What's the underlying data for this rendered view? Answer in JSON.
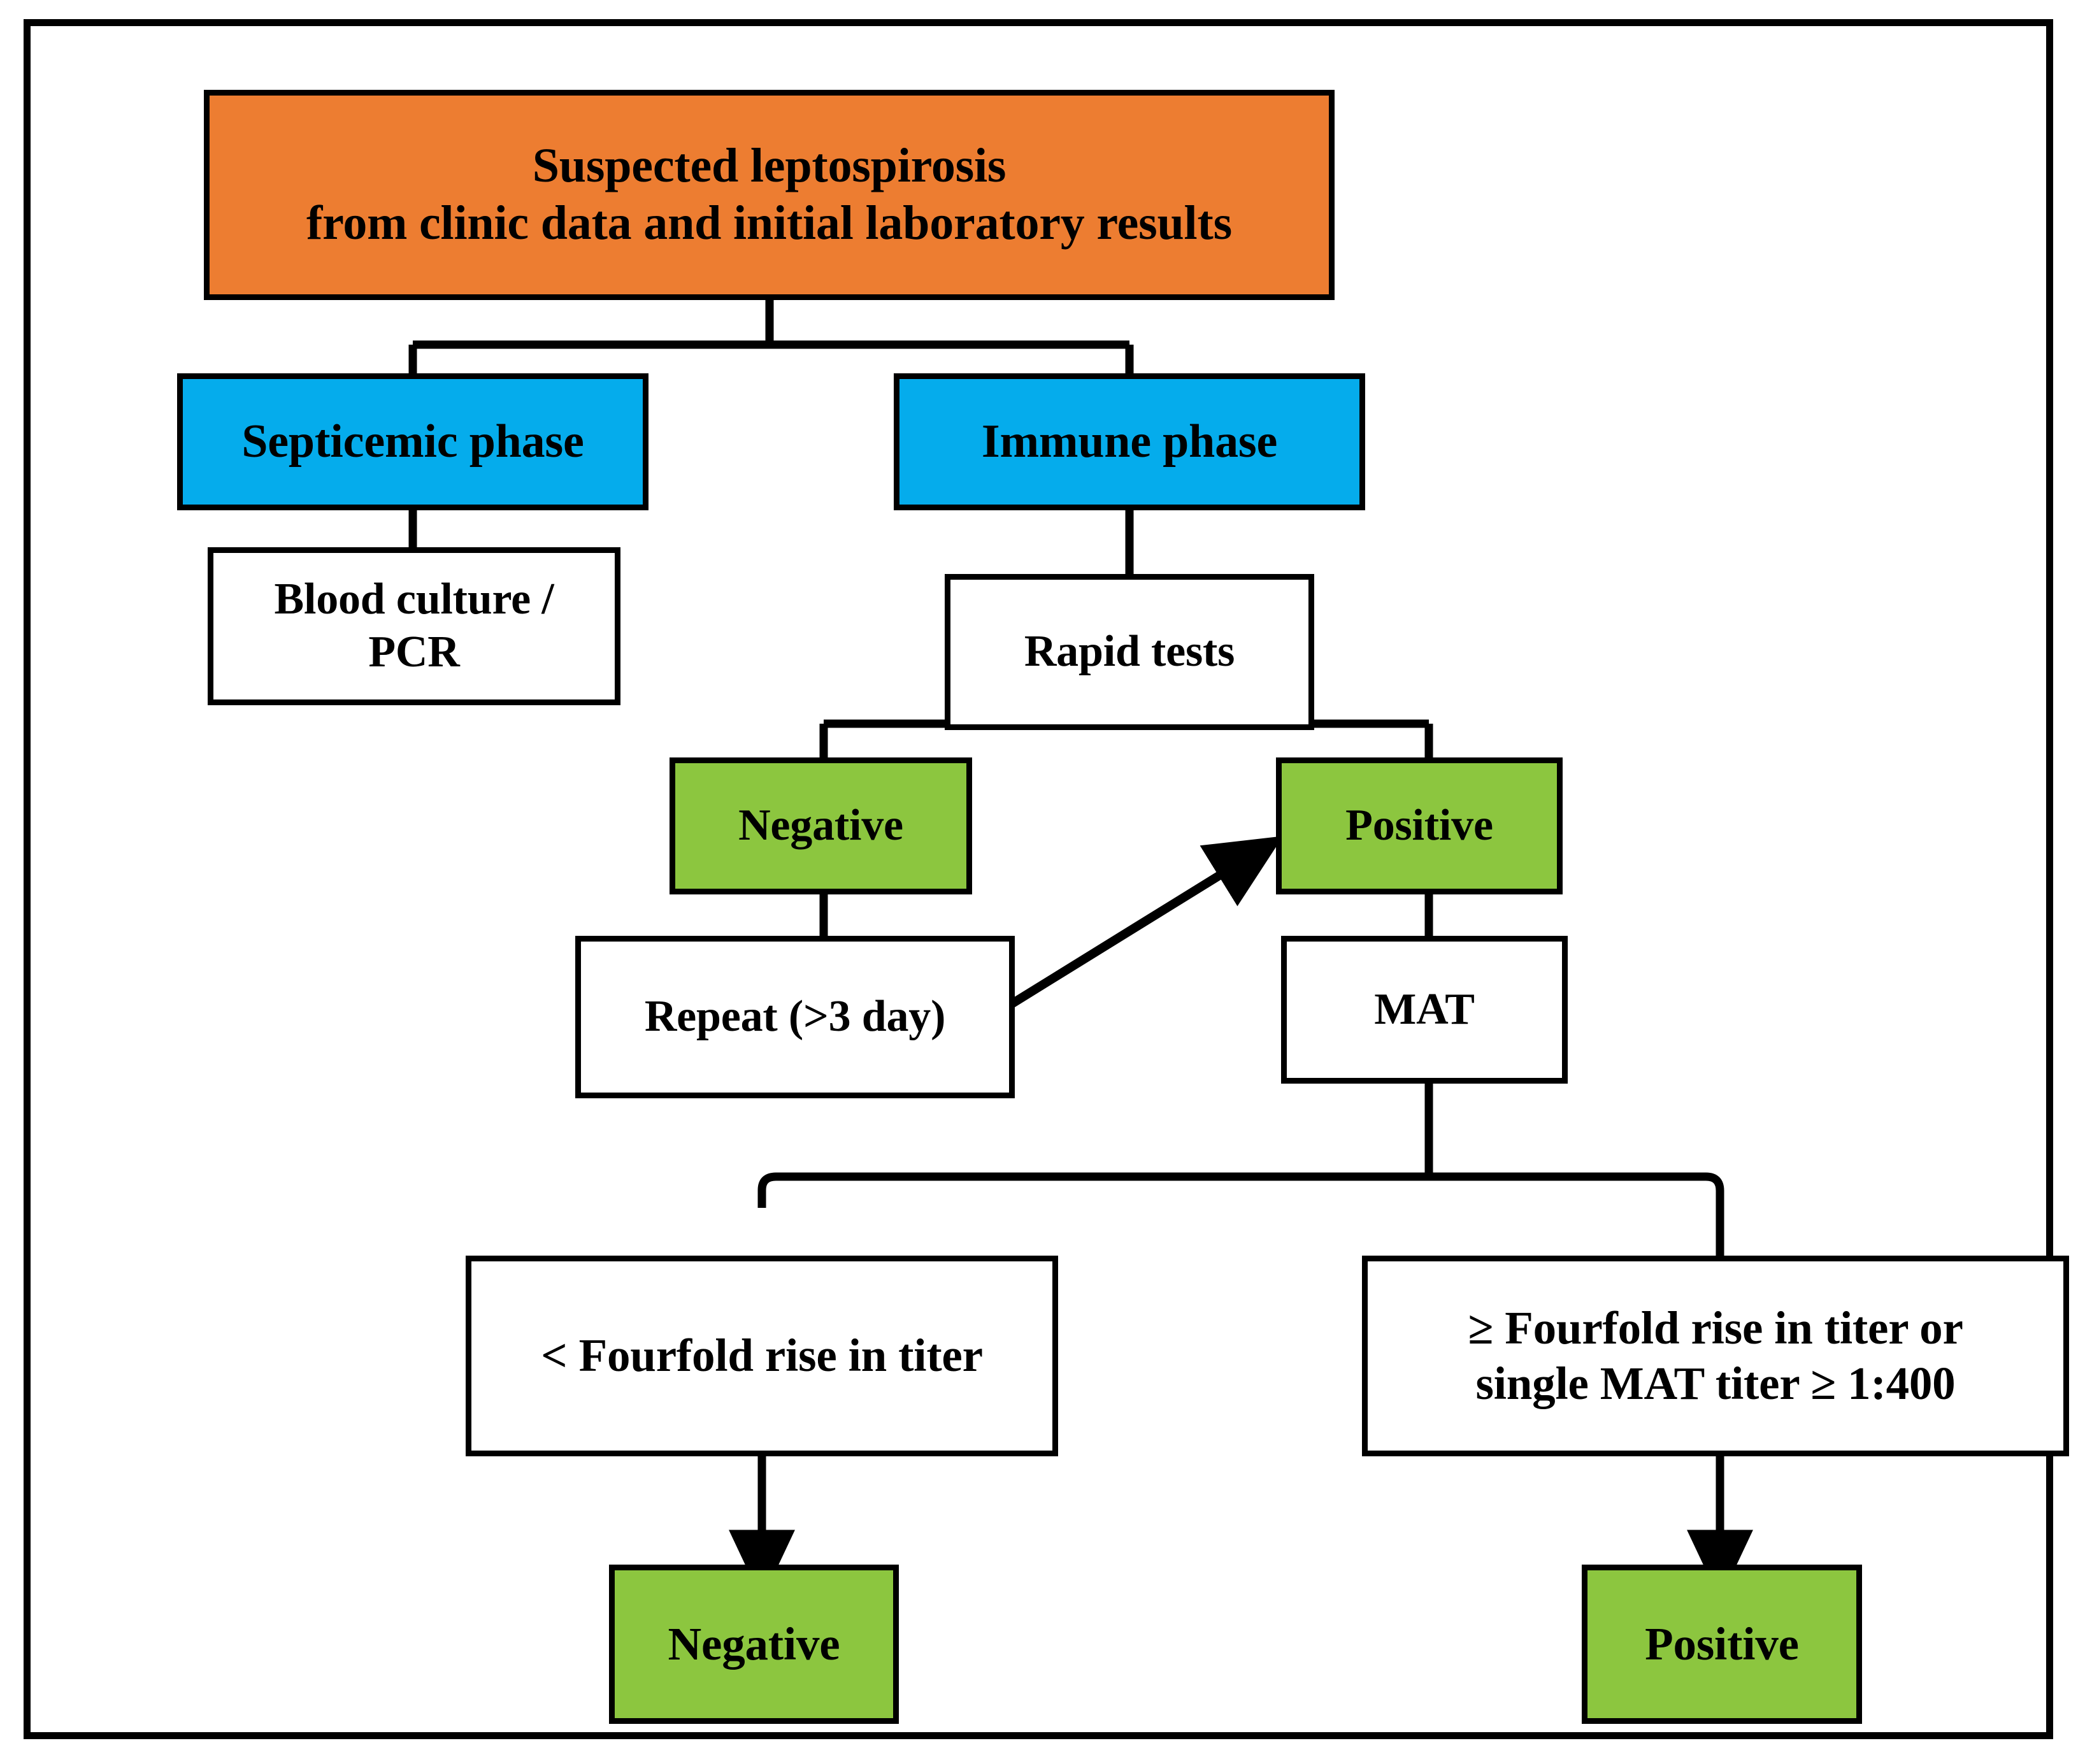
{
  "diagram": {
    "title": "Leptospirosis laboratory diagnosis algorithm",
    "colors": {
      "orange": "#ED7D31",
      "blue": "#05ACEC",
      "green": "#8CC63F",
      "white": "#FFFFFF",
      "line": "#000000",
      "border": "#000000"
    },
    "nodes": {
      "suspected": {
        "line1": "Suspected leptospirosis",
        "line2": "from clinic data and initial laboratory results"
      },
      "septicemic_phase": "Septicemic phase",
      "immune_phase": "Immune phase",
      "blood_culture_pcr": {
        "line1": "Blood culture /",
        "line2": "PCR"
      },
      "rapid_tests": "Rapid tests",
      "rapid_negative": "Negative",
      "rapid_positive": "Positive",
      "repeat": "Repeat (>3 day)",
      "mat": "MAT",
      "less_fourfold": "< Fourfold rise in titer",
      "ge_fourfold": {
        "line1": "≥ Fourfold rise in titer or",
        "line2": "single MAT titer ≥ 1:400"
      },
      "final_negative": "Negative",
      "final_positive": "Positive"
    }
  },
  "chart_data": {
    "type": "diagram",
    "title": "Suspected leptospirosis from clinic data and initial laboratory results",
    "nodes": [
      {
        "id": "suspected",
        "label": "Suspected leptospirosis from clinic data and initial laboratory results",
        "color": "#ED7D31",
        "shape": "rect"
      },
      {
        "id": "septicemic_phase",
        "label": "Septicemic phase",
        "color": "#05ACEC",
        "shape": "rect"
      },
      {
        "id": "immune_phase",
        "label": "Immune phase",
        "color": "#05ACEC",
        "shape": "rect"
      },
      {
        "id": "blood_culture_pcr",
        "label": "Blood culture / PCR",
        "color": "#FFFFFF",
        "shape": "rect"
      },
      {
        "id": "rapid_tests",
        "label": "Rapid tests",
        "color": "#FFFFFF",
        "shape": "rect"
      },
      {
        "id": "rapid_negative",
        "label": "Negative",
        "color": "#8CC63F",
        "shape": "rect"
      },
      {
        "id": "rapid_positive",
        "label": "Positive",
        "color": "#8CC63F",
        "shape": "rect"
      },
      {
        "id": "repeat",
        "label": "Repeat (>3 day)",
        "color": "#FFFFFF",
        "shape": "rect"
      },
      {
        "id": "mat",
        "label": "MAT",
        "color": "#FFFFFF",
        "shape": "rect"
      },
      {
        "id": "less_fourfold",
        "label": "< Fourfold rise in titer",
        "color": "#FFFFFF",
        "shape": "rect"
      },
      {
        "id": "ge_fourfold",
        "label": "≥ Fourfold rise in titer or single MAT titer ≥ 1:400",
        "color": "#FFFFFF",
        "shape": "rect"
      },
      {
        "id": "final_negative",
        "label": "Negative",
        "color": "#8CC63F",
        "shape": "rect"
      },
      {
        "id": "final_positive",
        "label": "Positive",
        "color": "#8CC63F",
        "shape": "rect"
      }
    ],
    "edges": [
      {
        "from": "suspected",
        "to": "septicemic_phase",
        "arrow": false
      },
      {
        "from": "suspected",
        "to": "immune_phase",
        "arrow": false
      },
      {
        "from": "septicemic_phase",
        "to": "blood_culture_pcr",
        "arrow": false
      },
      {
        "from": "immune_phase",
        "to": "rapid_tests",
        "arrow": false
      },
      {
        "from": "rapid_tests",
        "to": "rapid_negative",
        "arrow": false
      },
      {
        "from": "rapid_tests",
        "to": "rapid_positive",
        "arrow": false
      },
      {
        "from": "rapid_negative",
        "to": "repeat",
        "arrow": false
      },
      {
        "from": "repeat",
        "to": "rapid_positive",
        "arrow": true
      },
      {
        "from": "rapid_positive",
        "to": "mat",
        "arrow": false
      },
      {
        "from": "mat",
        "to": "less_fourfold",
        "arrow": false
      },
      {
        "from": "mat",
        "to": "ge_fourfold",
        "arrow": false
      },
      {
        "from": "less_fourfold",
        "to": "final_negative",
        "arrow": true
      },
      {
        "from": "ge_fourfold",
        "to": "final_positive",
        "arrow": true
      }
    ]
  }
}
